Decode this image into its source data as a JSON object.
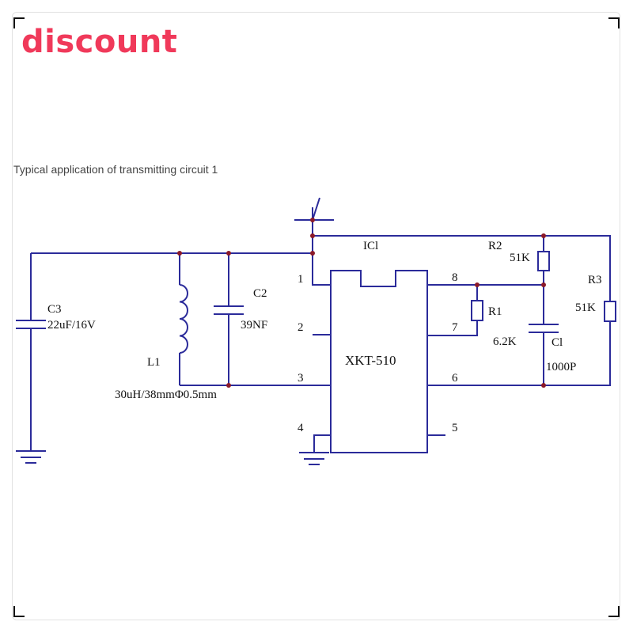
{
  "badge": {
    "text": "discount",
    "color": "#f0395a"
  },
  "caption": "Typical application of transmitting circuit 1",
  "colors": {
    "wire": "#2b2b9a",
    "junction": "#8b1a2a",
    "text": "#111111"
  },
  "diagram": {
    "ic_ref": "ICl",
    "ic_name": "XKT-510",
    "pins": {
      "p1": "1",
      "p2": "2",
      "p3": "3",
      "p4": "4",
      "p5": "5",
      "p6": "6",
      "p7": "7",
      "p8": "8"
    },
    "c3": {
      "ref": "C3",
      "value": "22uF/16V"
    },
    "l1": {
      "ref": "L1",
      "value": "30uH/38mmΦ0.5mm"
    },
    "c2": {
      "ref": "C2",
      "value": "39NF"
    },
    "r1": {
      "ref": "R1",
      "value": "6.2K"
    },
    "r2": {
      "ref": "R2",
      "value": "51K"
    },
    "r3": {
      "ref": "R3",
      "value": "51K"
    },
    "c1": {
      "ref": "Cl",
      "value": "1000P"
    }
  }
}
